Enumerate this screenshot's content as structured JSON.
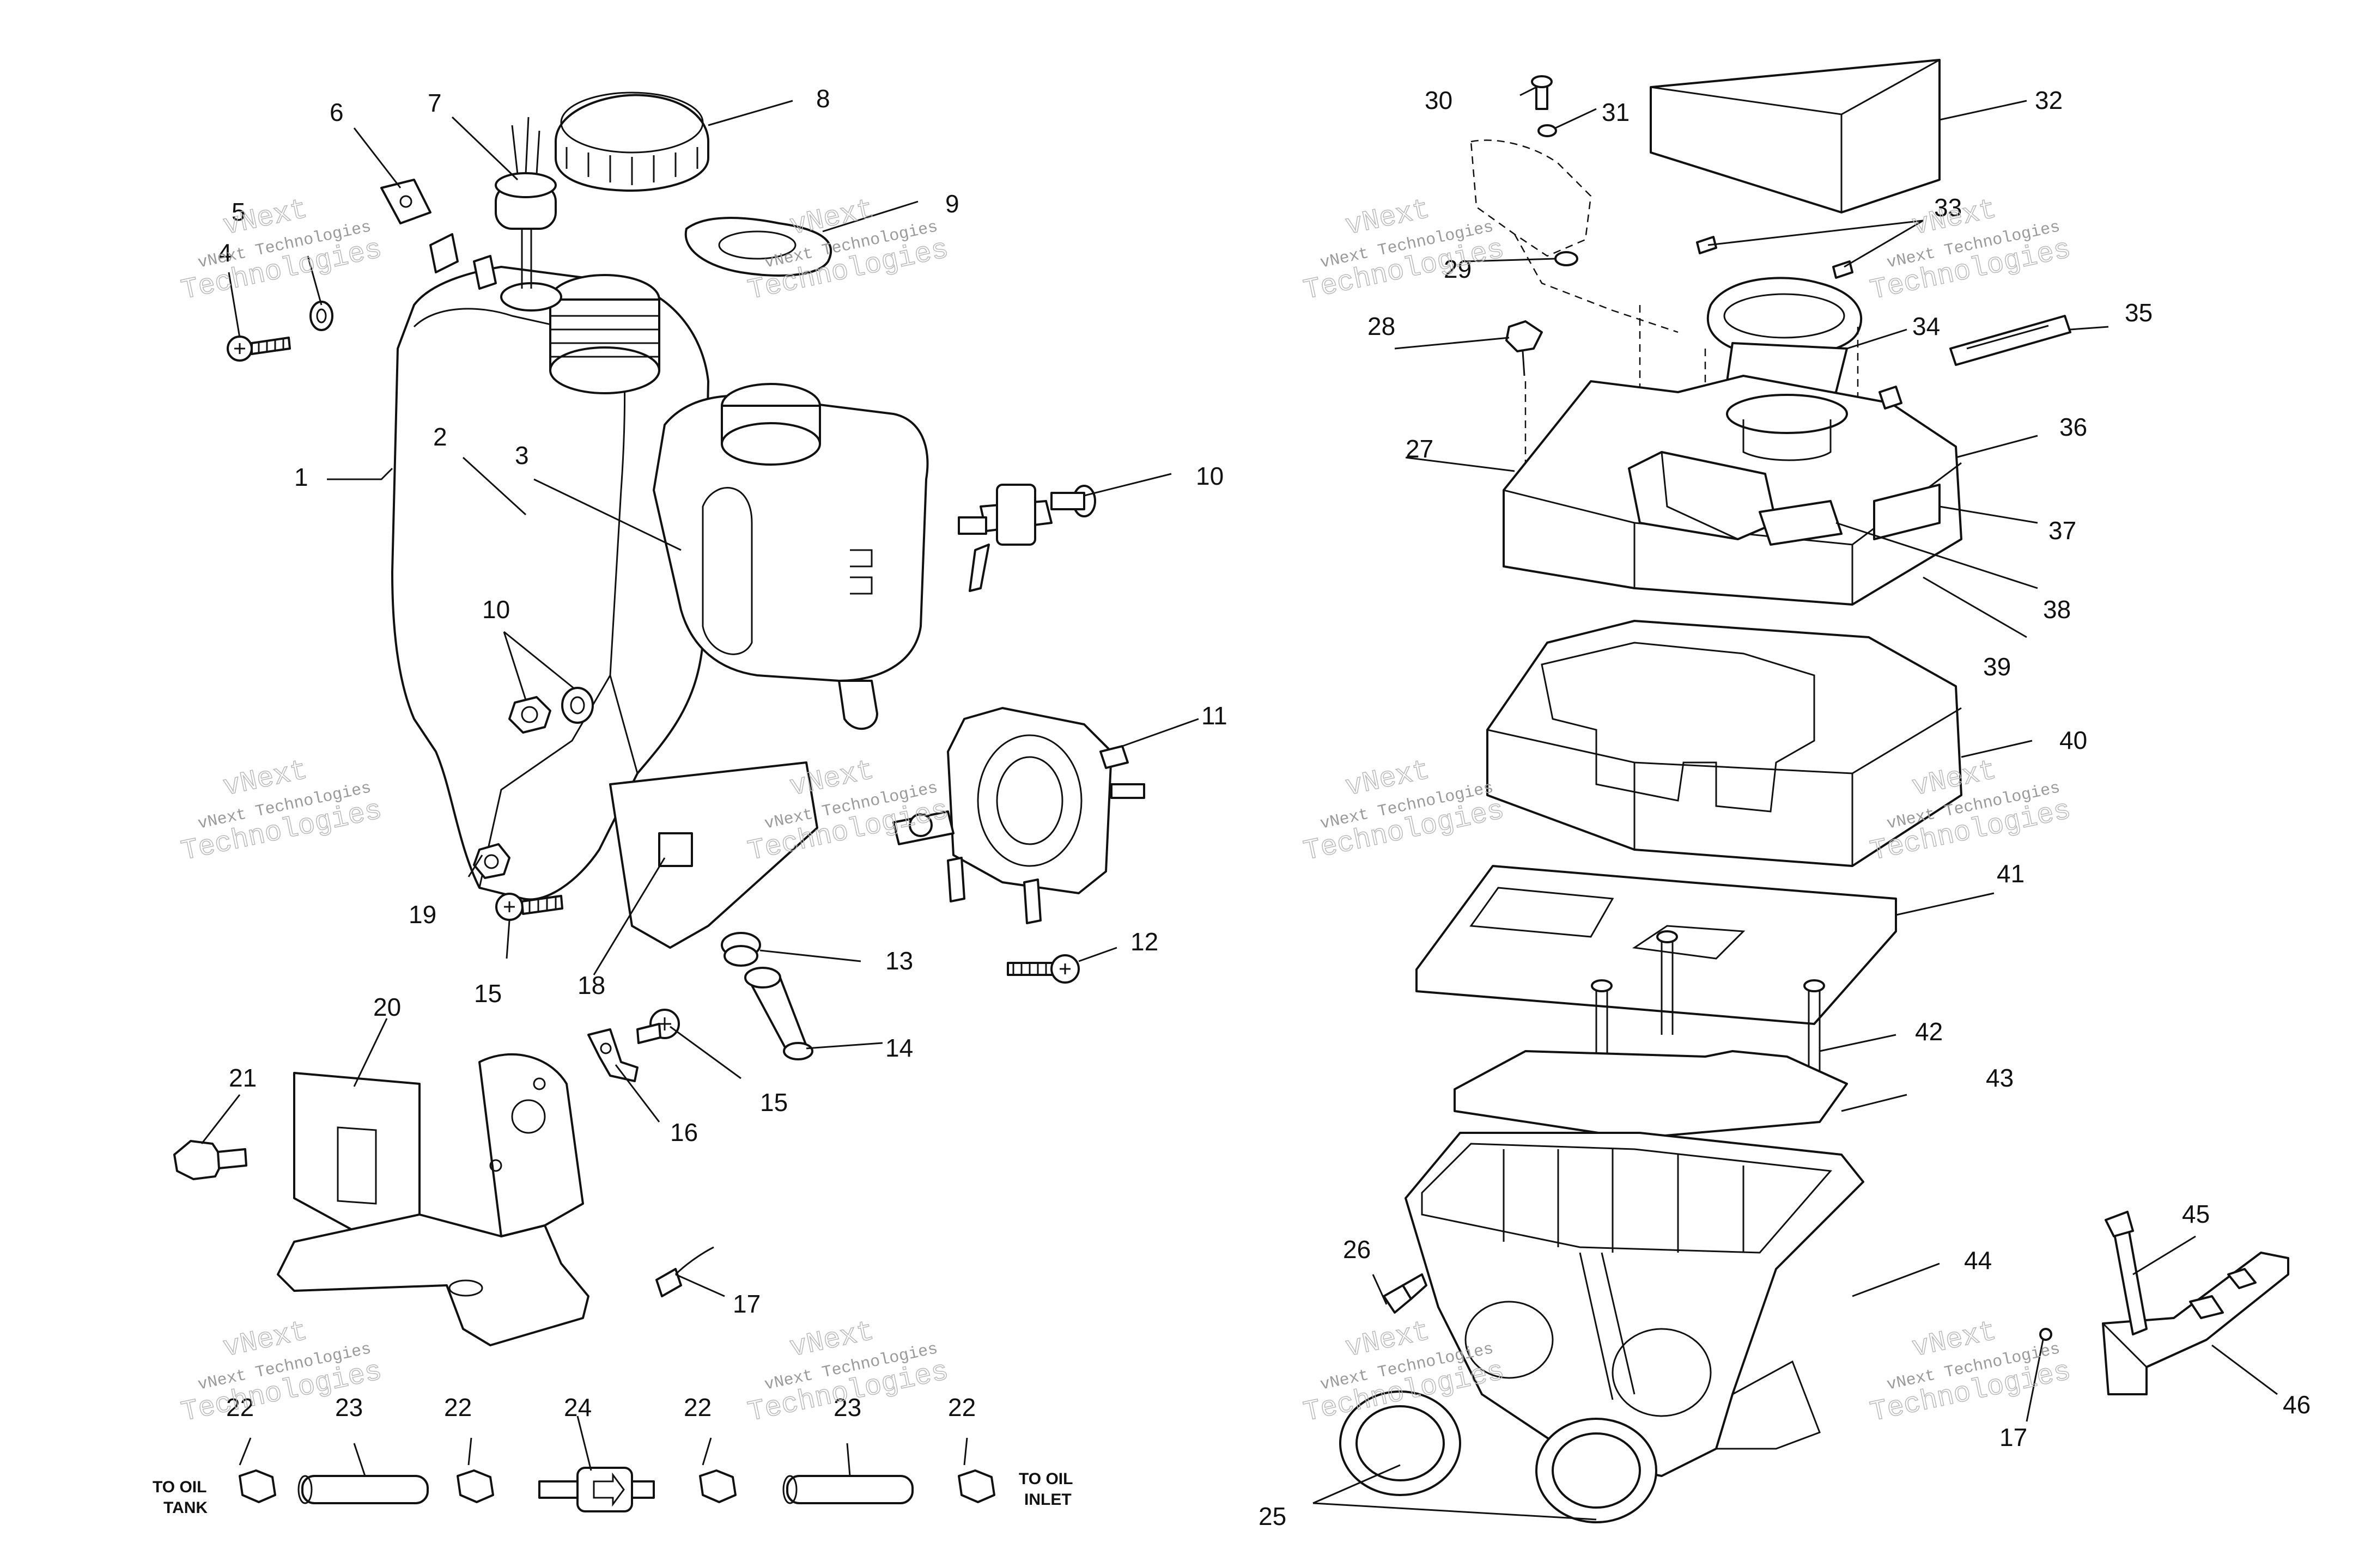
{
  "callouts": {
    "n1": "1",
    "n2": "2",
    "n3": "3",
    "n4": "4",
    "n5": "5",
    "n6": "6",
    "n7": "7",
    "n8": "8",
    "n9": "9",
    "n10a": "10",
    "n10b": "10",
    "n11": "11",
    "n12": "12",
    "n13": "13",
    "n14": "14",
    "n15a": "15",
    "n15b": "15",
    "n16": "16",
    "n17a": "17",
    "n17b": "17",
    "n18": "18",
    "n19": "19",
    "n20": "20",
    "n21": "21",
    "n22a": "22",
    "n22b": "22",
    "n22c": "22",
    "n22d": "22",
    "n23a": "23",
    "n23b": "23",
    "n24": "24",
    "n25": "25",
    "n26": "26",
    "n27": "27",
    "n28": "28",
    "n29": "29",
    "n30": "30",
    "n31": "31",
    "n32": "32",
    "n33": "33",
    "n34": "34",
    "n35": "35",
    "n36": "36",
    "n37": "37",
    "n38": "38",
    "n39": "39",
    "n40": "40",
    "n41": "41",
    "n42": "42",
    "n43": "43",
    "n44": "44",
    "n45": "45",
    "n46": "46"
  },
  "notes": {
    "to_oil_tank_line1": "TO OIL",
    "to_oil_tank_line2": "TANK",
    "to_oil_inlet_line1": "TO OIL",
    "to_oil_inlet_line2": "INLET"
  },
  "watermark": {
    "line1": "vNext",
    "line2": "vNext Technologies",
    "line3": "Technologies"
  }
}
